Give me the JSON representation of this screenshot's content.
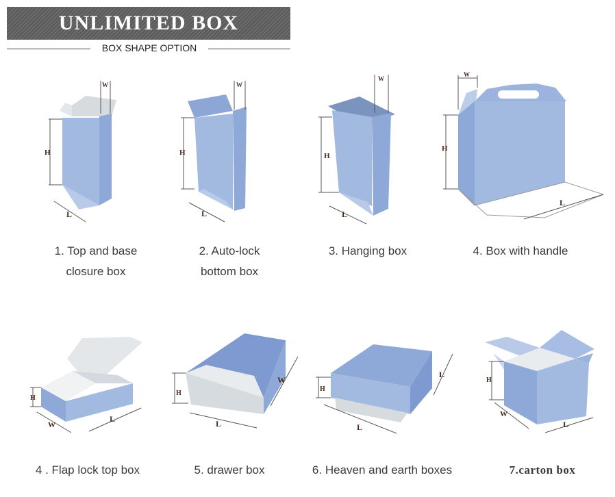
{
  "header": {
    "title": "UNLIMITED BOX",
    "subtitle": "BOX SHAPE OPTION"
  },
  "dim_letters": {
    "w": "W",
    "h": "H",
    "l": "L"
  },
  "colors": {
    "box_blue": "#9fb6df",
    "box_blue_dark": "#7f9ad0",
    "inner_white": "#e8ecef",
    "label_text": "#3a3a3a"
  },
  "items": [
    {
      "line1": "1. Top and base",
      "line2": "closure box"
    },
    {
      "line1": "2. Auto-lock",
      "line2": "bottom box"
    },
    {
      "line1": "3. Hanging box",
      "line2": ""
    },
    {
      "line1": "4. Box with handle",
      "line2": ""
    },
    {
      "line1": "4 . Flap lock top box",
      "line2": ""
    },
    {
      "line1": "5. drawer box",
      "line2": ""
    },
    {
      "line1": "6. Heaven and earth boxes",
      "line2": ""
    },
    {
      "line1": "7.carton box",
      "line2": ""
    }
  ]
}
